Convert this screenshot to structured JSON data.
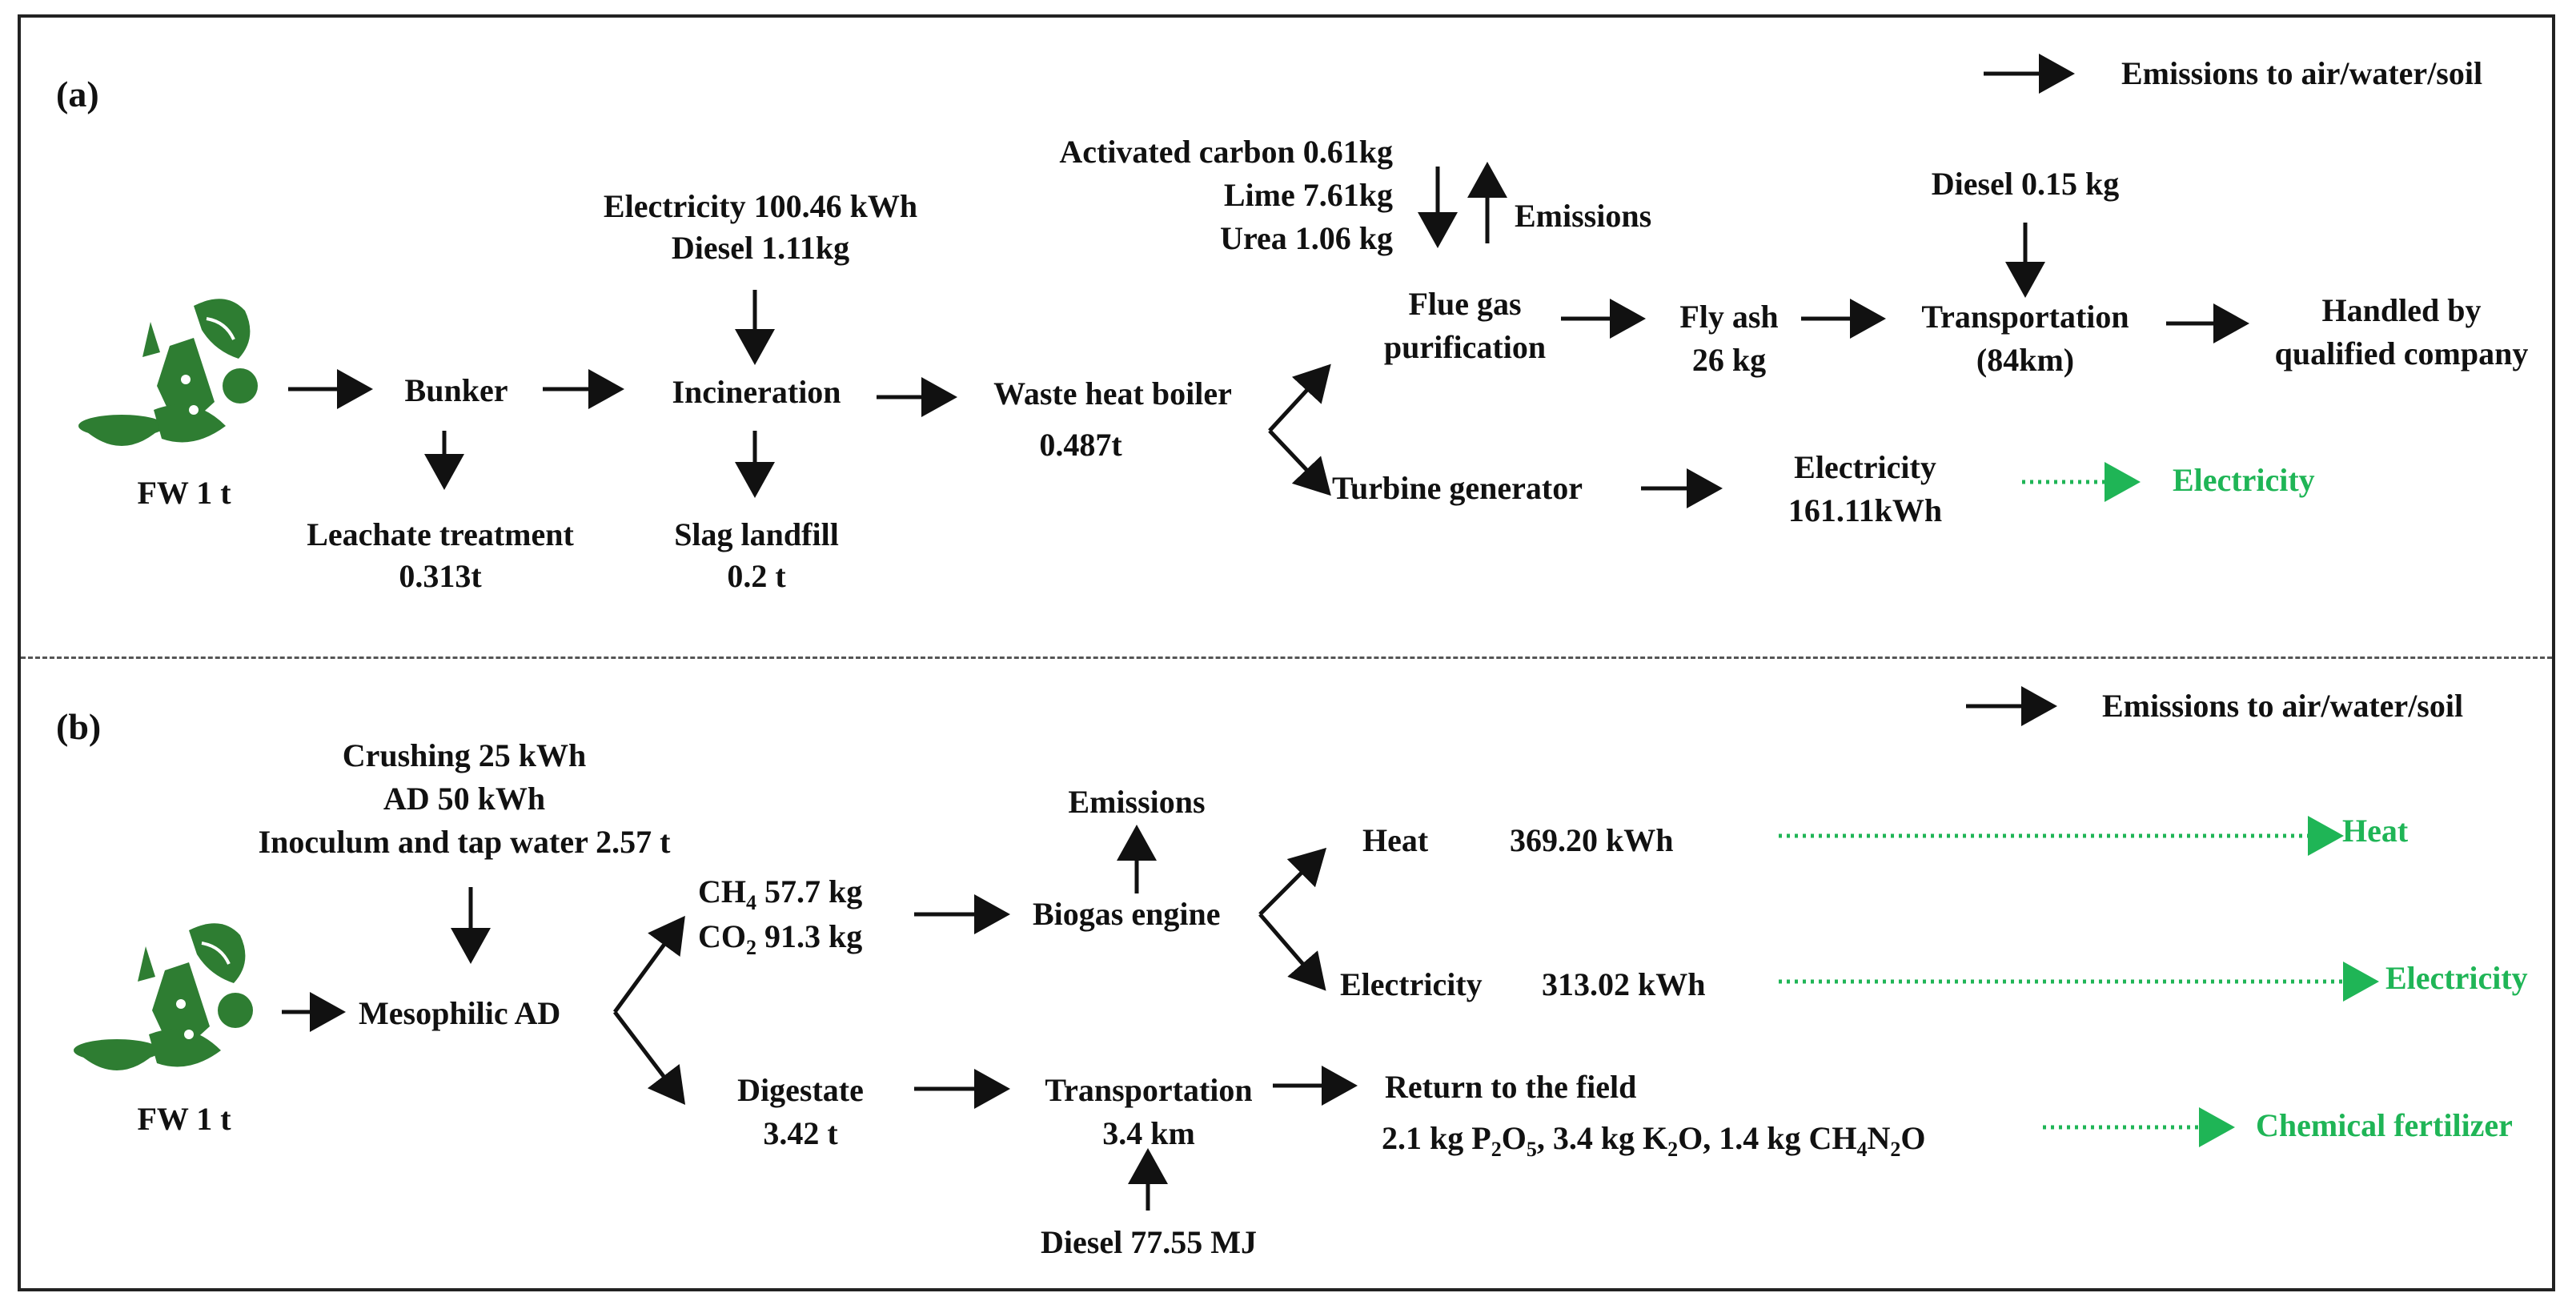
{
  "colors": {
    "black": "#111111",
    "green": "#1fb556",
    "food_icon": "#2e7d32"
  },
  "icons": [
    "food-waste-icon"
  ],
  "panel_a": {
    "label": "(a)",
    "legend": "Emissions to air/water/soil",
    "fw": "FW 1 t",
    "bunker": "Bunker",
    "leachate_1": "Leachate treatment",
    "leachate_2": "0.313t",
    "inputs_1": "Electricity  100.46 kWh",
    "inputs_2": "Diesel  1.11kg",
    "incineration": "Incineration",
    "slag_1": "Slag landfill",
    "slag_2": "0.2 t",
    "boiler_1": "Waste heat boiler",
    "boiler_2": "0.487t",
    "chem_1": "Activated carbon  0.61kg",
    "chem_2": "Lime  7.61kg",
    "chem_3": "Urea 1.06 kg",
    "emissions": "Emissions",
    "flue_1": "Flue gas",
    "flue_2": "purification",
    "flyash_1": "Fly ash",
    "flyash_2": "26 kg",
    "diesel": "Diesel  0.15 kg",
    "transport_1": "Transportation",
    "transport_2": "(84km)",
    "handled_1": "Handled by",
    "handled_2": "qualified company",
    "turbine": "Turbine generator",
    "elec_1": "Electricity",
    "elec_2": "161.11kWh",
    "elec_out": "Electricity"
  },
  "panel_b": {
    "label": "(b)",
    "legend": "Emissions to air/water/soil",
    "inputs_1": "Crushing 25 kWh",
    "inputs_2": "AD  50 kWh",
    "inputs_3": "Inoculum and tap water 2.57 t",
    "fw": "FW 1 t",
    "mesophilic": "Mesophilic AD",
    "ch4_pre": "CH",
    "ch4_sub": "4",
    "ch4_post": " 57.7 kg",
    "co2_pre": "CO",
    "co2_sub": "2",
    "co2_post": " 91.3 kg",
    "emissions": "Emissions",
    "biogas": "Biogas engine",
    "heat_label": "Heat",
    "heat_value": "369.20 kWh",
    "heat_out": "Heat",
    "elec_label": "Electricity",
    "elec_value": "313.02 kWh",
    "elec_out": "Electricity",
    "digestate_1": "Digestate",
    "digestate_2": "3.42 t",
    "transport_1": "Transportation",
    "transport_2": "3.4 km",
    "diesel": "Diesel 77.55 MJ",
    "return": "Return to the field",
    "fert_1": "2.1 kg P",
    "fert_2": "2",
    "fert_3": "O",
    "fert_4": "5",
    "fert_5": ", 3.4 kg K",
    "fert_6": "2",
    "fert_7": "O, 1.4 kg CH",
    "fert_8": "4",
    "fert_9": "N",
    "fert_10": "2",
    "fert_11": "O",
    "fert_out": "Chemical fertilizer"
  }
}
